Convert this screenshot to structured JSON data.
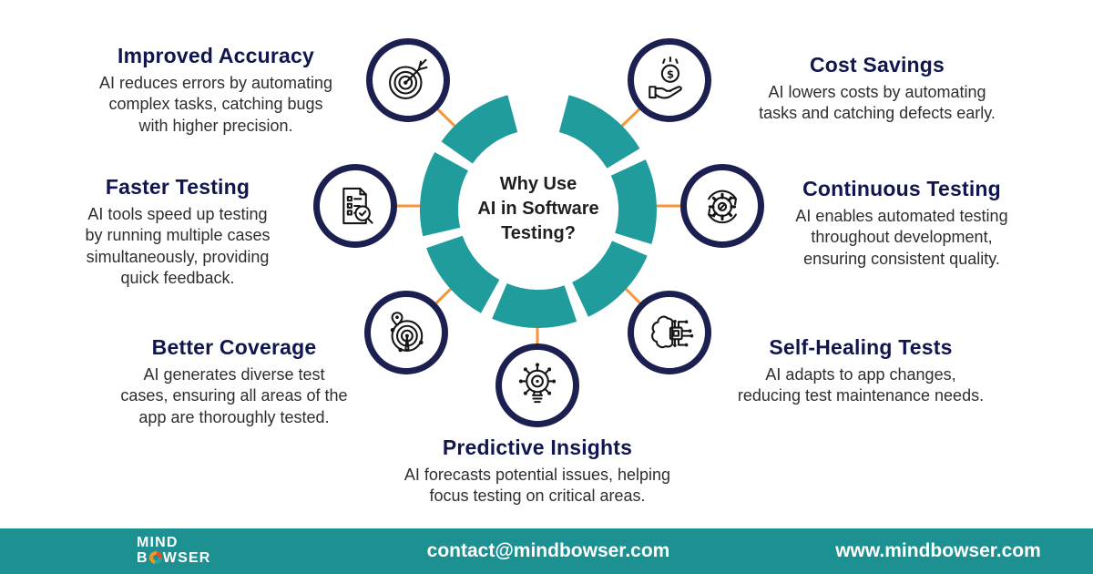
{
  "colors": {
    "teal": "#219c9c",
    "navy_circle": "#1b2050",
    "orange_connector": "#f7953a",
    "heading_navy": "#10164f",
    "body_text": "#2e2e2e",
    "footer_teal": "#1d9191"
  },
  "center": {
    "title_lines": [
      "Why Use",
      "AI in Software",
      "Testing?"
    ]
  },
  "benefits": [
    {
      "title": "Improved Accuracy",
      "icon": "target-icon",
      "description_lines": [
        "AI reduces errors by automating",
        "complex tasks, catching bugs",
        "with higher precision."
      ]
    },
    {
      "title": "Cost Savings",
      "icon": "money-hand-icon",
      "description_lines": [
        "AI lowers costs by automating",
        "tasks and catching defects early."
      ]
    },
    {
      "title": "Faster Testing",
      "icon": "document-magnifier-icon",
      "description_lines": [
        "AI tools speed up testing",
        "by running multiple cases",
        "simultaneously, providing",
        "quick feedback."
      ]
    },
    {
      "title": "Continuous Testing",
      "icon": "gear-sync-icon",
      "description_lines": [
        "AI enables automated testing",
        "throughout development,",
        "ensuring consistent quality."
      ]
    },
    {
      "title": "Better Coverage",
      "icon": "radar-coverage-icon",
      "description_lines": [
        "AI generates diverse test",
        "cases, ensuring all areas of the",
        "app are thoroughly tested."
      ]
    },
    {
      "title": "Self-Healing Tests",
      "icon": "chip-brain-icon",
      "description_lines": [
        "AI adapts to app changes,",
        "reducing test maintenance needs."
      ]
    },
    {
      "title": "Predictive Insights",
      "icon": "bulb-network-icon",
      "description_lines": [
        "AI forecasts potential issues, helping",
        "focus testing on critical areas."
      ]
    }
  ],
  "footer": {
    "logo_top": "MIND",
    "logo_bottom_left": "B",
    "logo_bottom_right": "WSER",
    "email": "contact@mindbowser.com",
    "website": "www.mindbowser.com"
  }
}
